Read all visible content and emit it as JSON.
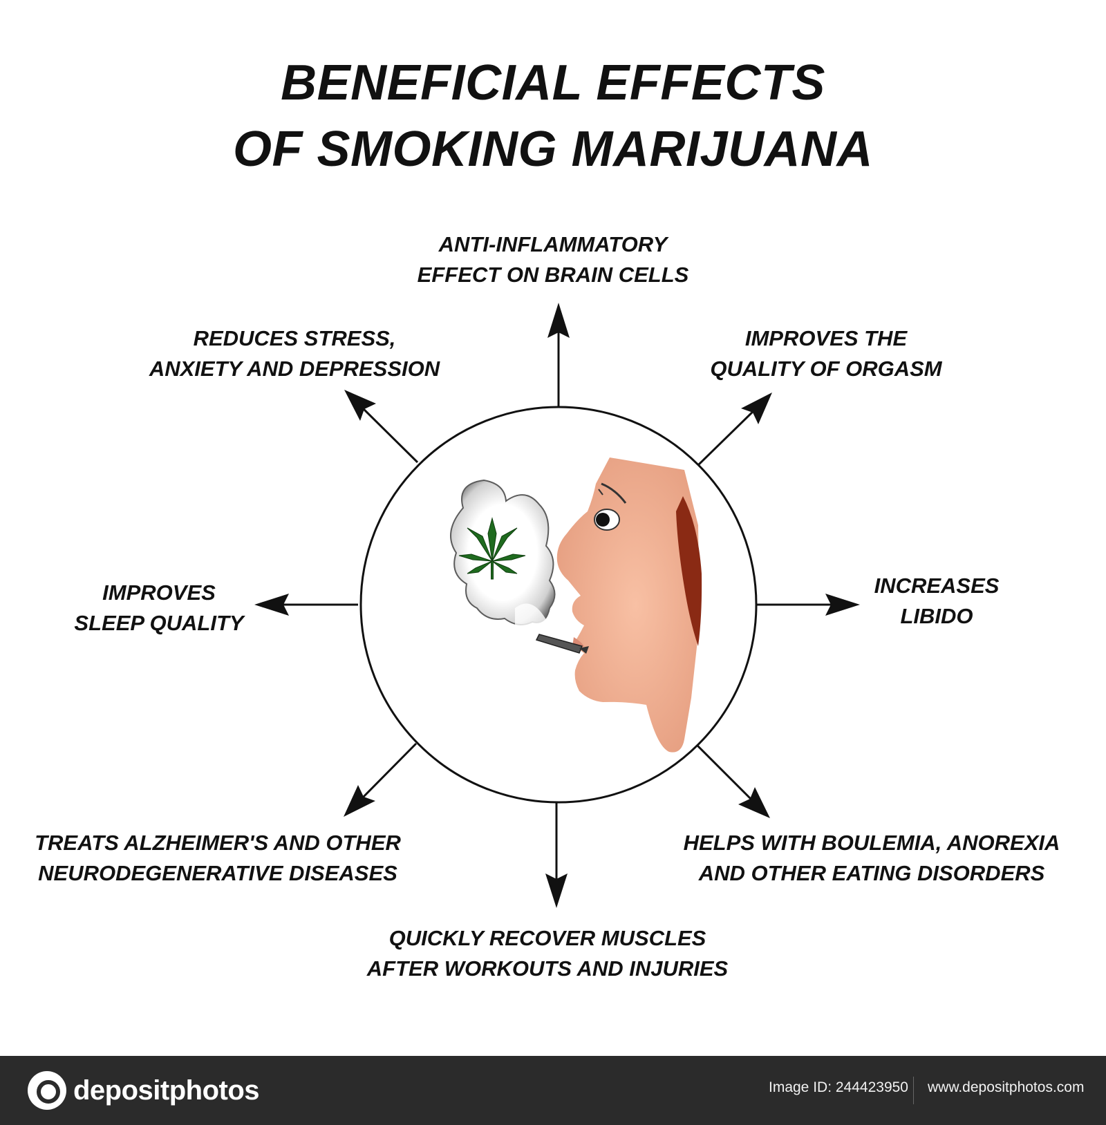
{
  "title": {
    "line1": "BENEFICIAL EFFECTS",
    "line2": "OF SMOKING MARIJUANA"
  },
  "effects": {
    "top": [
      "ANTI-INFLAMMATORY",
      "EFFECT ON BRAIN CELLS"
    ],
    "top_left": [
      "REDUCES STRESS,",
      "ANXIETY AND DEPRESSION"
    ],
    "top_right": [
      "IMPROVES THE",
      "QUALITY OF ORGASM"
    ],
    "left": [
      "IMPROVES",
      "SLEEP QUALITY"
    ],
    "right": [
      "INCREASES",
      "LIBIDO"
    ],
    "bottom_left": [
      "TREATS ALZHEIMER'S AND OTHER",
      "NEURODEGENERATIVE DISEASES"
    ],
    "bottom_right": [
      "HELPS WITH BOULEMIA, ANOREXIA",
      "AND OTHER EATING DISORDERS"
    ],
    "bottom": [
      "QUICKLY RECOVER MUSCLES",
      "AFTER WORKOUTS AND INJURIES"
    ]
  },
  "footer": {
    "brand": "depositphotos",
    "image_id": "Image ID: 244423950",
    "website": "www.depositphotos.com"
  },
  "colors": {
    "text": "#111111",
    "skin": "#efaa8c",
    "hair": "#8a2a14",
    "leaf": "#1f6b1f",
    "footer_bg": "#2b2b2b"
  }
}
